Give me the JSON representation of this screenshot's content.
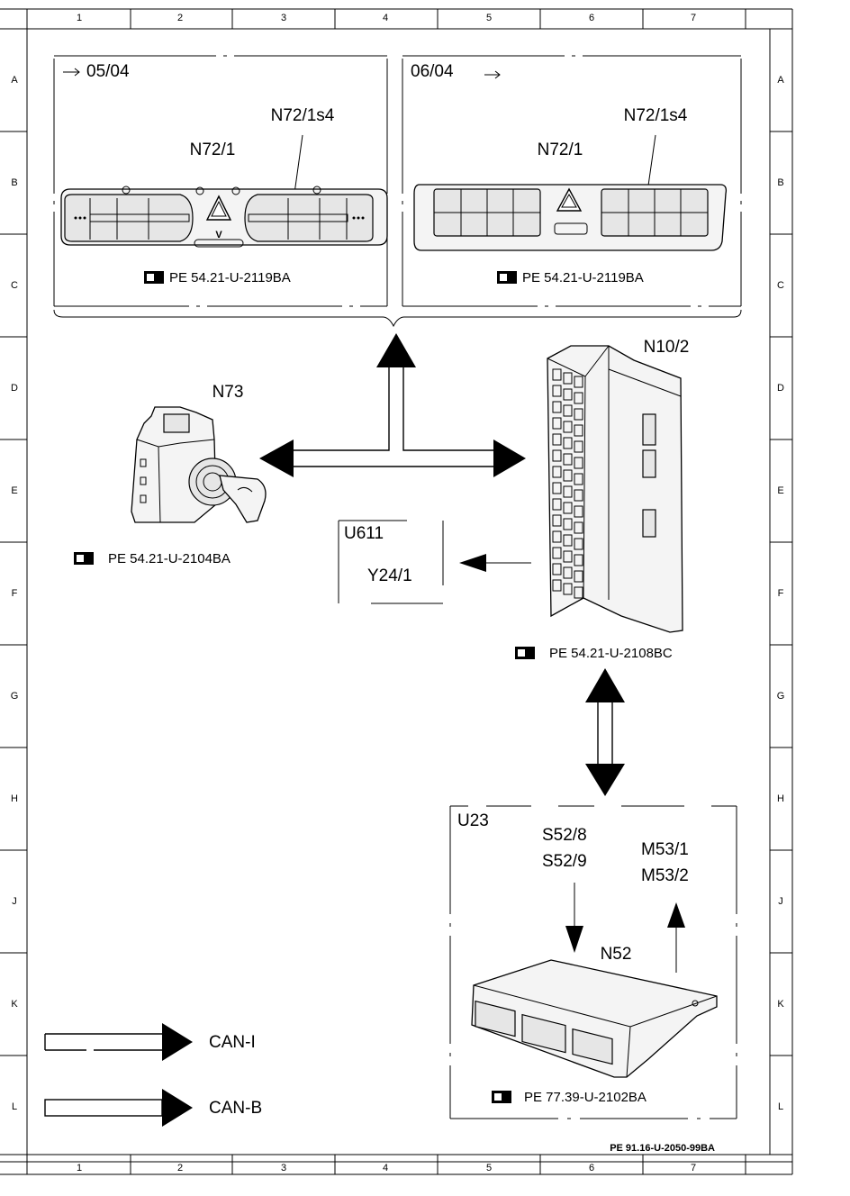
{
  "grid": {
    "columns": [
      "1",
      "2",
      "3",
      "4",
      "5",
      "6",
      "7"
    ],
    "rows": [
      "A",
      "B",
      "C",
      "D",
      "E",
      "F",
      "G",
      "H",
      "J",
      "K",
      "L"
    ]
  },
  "panels": {
    "left": {
      "date": "05/04",
      "label_main": "N72/1",
      "label_switch": "N72/1s4",
      "ref": "PE 54.21-U-2119BA"
    },
    "right": {
      "date": "06/04",
      "label_main": "N72/1",
      "label_switch": "N72/1s4",
      "ref": "PE 54.21-U-2119BA"
    }
  },
  "components": {
    "n73": {
      "label": "N73",
      "ref": "PE 54.21-U-2104BA"
    },
    "n10_2": {
      "label": "N10/2",
      "ref": "PE 54.21-U-2108BC"
    },
    "u611": {
      "label": "U611",
      "sub": "Y24/1"
    },
    "u23": {
      "label": "U23",
      "inputs": [
        "S52/8",
        "S52/9"
      ],
      "outputs": [
        "M53/1",
        "M53/2"
      ],
      "module": "N52",
      "ref": "PE 77.39-U-2102BA"
    }
  },
  "legend": [
    {
      "label": "CAN-I",
      "style": "open"
    },
    {
      "label": "CAN-B",
      "style": "closed"
    }
  ],
  "footer_ref": "PE 91.16-U-2050-99BA"
}
